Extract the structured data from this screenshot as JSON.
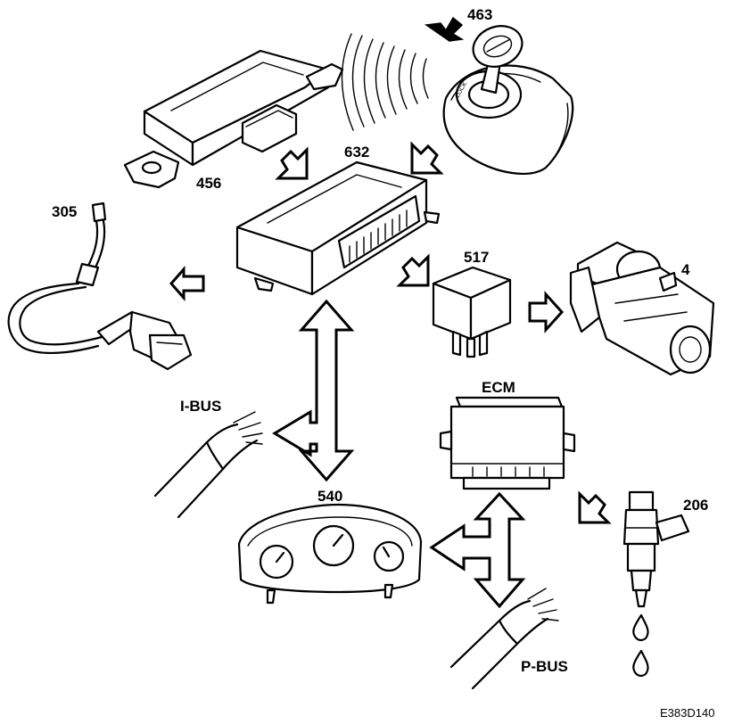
{
  "labels": {
    "keyless_unit": "456",
    "ignition_key": "463",
    "central_module": "632",
    "sensor": "305",
    "relay": "517",
    "starter_motor": "4",
    "ecm": "ECM",
    "instrument_cluster": "540",
    "fuel_injector": "206",
    "i_bus": "I-BUS",
    "p_bus": "P-BUS"
  },
  "figure_code": "E383D140"
}
